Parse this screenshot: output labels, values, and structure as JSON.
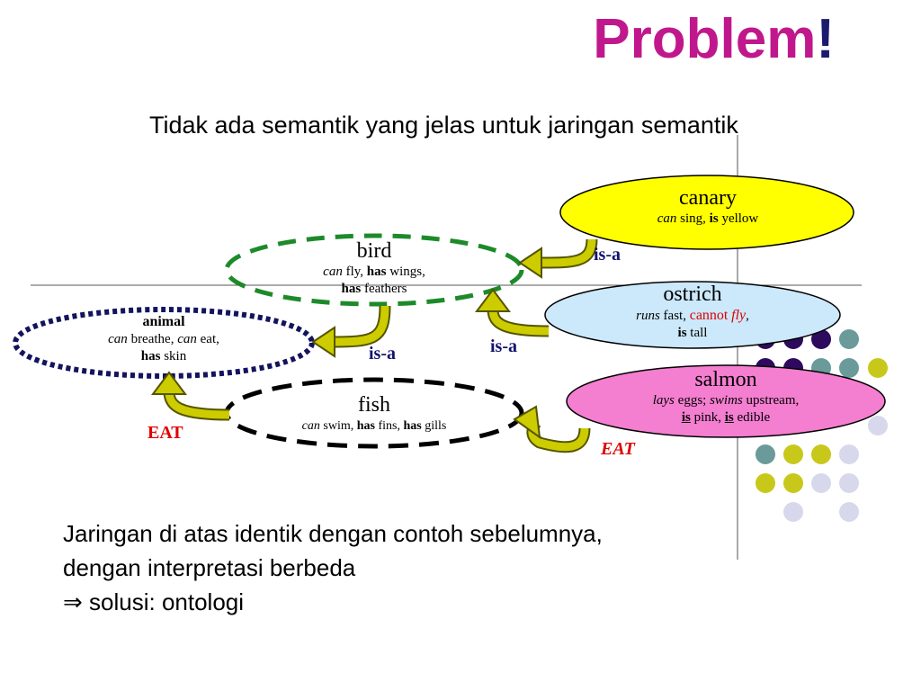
{
  "title": {
    "text": "Problem",
    "suffix": "!"
  },
  "subtitle": "Tidak ada semantik yang jelas untuk jaringan semantik",
  "nodes": {
    "canary": {
      "name": "canary",
      "l1_a": "can",
      "l1_b": " sing, ",
      "l1_c": "is",
      "l1_d": " yellow"
    },
    "bird": {
      "name": "bird",
      "l1_a": "can",
      "l1_b": " fly, ",
      "l1_c": "has",
      "l1_d": " wings,",
      "l2_a": "has",
      "l2_b": " feathers"
    },
    "ostrich": {
      "name": "ostrich",
      "l1_a": "runs",
      "l1_b": " fast, ",
      "l1_c": "cannot",
      "l1_d": " ",
      "l1_e": "fly",
      "l1_f": ",",
      "l2_a": "is",
      "l2_b": " tall"
    },
    "animal": {
      "name": "animal",
      "l1_a": "can",
      "l1_b": " breathe, ",
      "l1_c": "can",
      "l1_d": " eat,",
      "l2_a": "has",
      "l2_b": " skin"
    },
    "fish": {
      "name": "fish",
      "l1_a": "can",
      "l1_b": " swim, ",
      "l1_c": "has",
      "l1_d": " fins, ",
      "l1_e": "has",
      "l1_f": " gills"
    },
    "salmon": {
      "name": "salmon",
      "l1_a": "lays",
      "l1_b": " eggs; ",
      "l1_c": "swims",
      "l1_d": " upstream,",
      "l2_a": "is",
      "l2_b": " pink, ",
      "l2_c": "is",
      "l2_d": " edible"
    }
  },
  "edge_labels": {
    "canary_bird": "is-a",
    "ostrich_bird": "is-a",
    "bird_animal": "is-a",
    "fish_animal": "EAT",
    "salmon_fish": "EAT"
  },
  "footer": {
    "line1": "Jaringan di atas identik dengan contoh sebelumnya,",
    "line2": "dengan interpretasi berbeda",
    "arrow": "⇒",
    "line3": " solusi: ontologi"
  },
  "colors": {
    "title": "#c0188c",
    "canary_fill": "#ffff00",
    "ostrich_fill": "#cce8fb",
    "salmon_fill": "#f47ed0",
    "arrow_fill": "#cccc00",
    "dot_purple": "#2e0a5e",
    "dot_teal": "#6a9a9a",
    "dot_olive": "#c8c81a",
    "dot_lavender": "#d8d8ec",
    "eat_red": "#e00000"
  }
}
